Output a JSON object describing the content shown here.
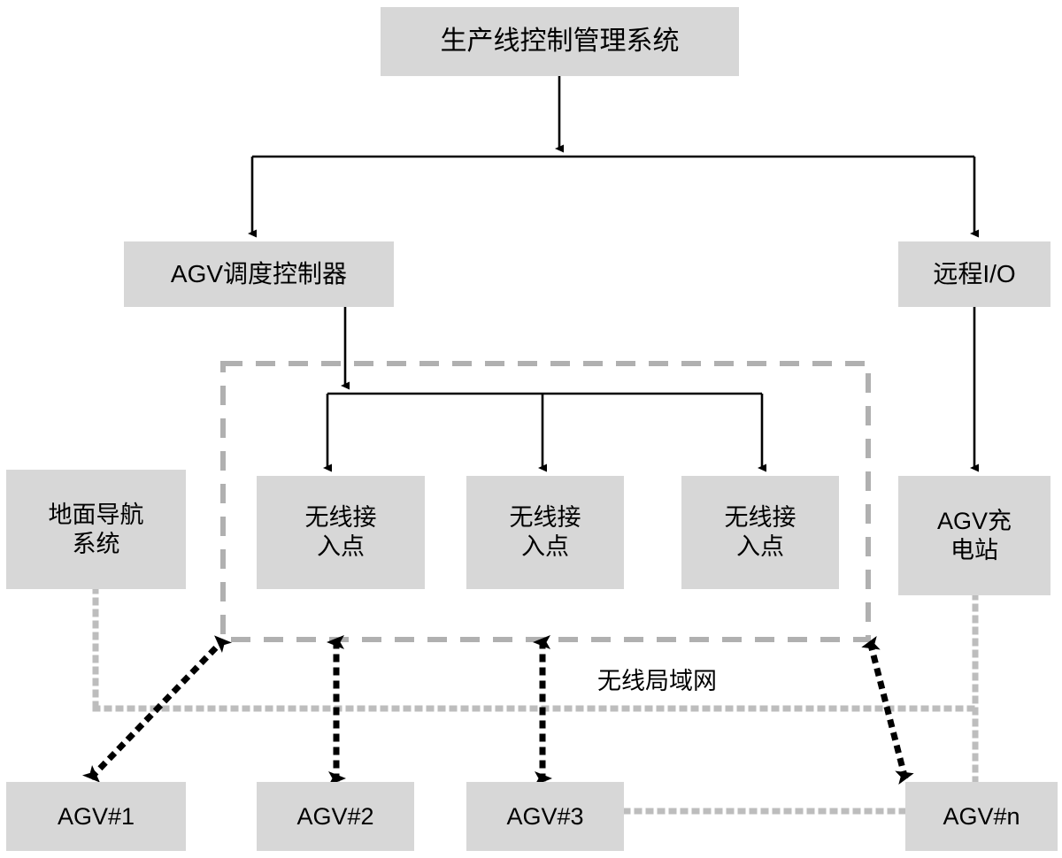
{
  "diagram": {
    "title_box": {
      "label": "生产线控制管理系统"
    },
    "level2": [
      {
        "id": "agv-scheduling-controller",
        "label": "AGV调度控制器"
      },
      {
        "id": "remote-io",
        "label": "远程I/O"
      }
    ],
    "level3": [
      {
        "id": "ground-navigation-system",
        "label": "地面导航\n系统"
      },
      {
        "id": "wireless-access-point-1",
        "label": "无线接\n入点"
      },
      {
        "id": "wireless-access-point-2",
        "label": "无线接\n入点"
      },
      {
        "id": "wireless-access-point-3",
        "label": "无线接\n入点"
      },
      {
        "id": "agv-charging-station",
        "label": "AGV充\n电站"
      }
    ],
    "agvs": [
      {
        "id": "agv-1",
        "label": "AGV#1"
      },
      {
        "id": "agv-2",
        "label": "AGV#2"
      },
      {
        "id": "agv-3",
        "label": "AGV#3"
      },
      {
        "id": "agv-n",
        "label": "AGV#n"
      }
    ],
    "wlan_boundary_label": "无线局域网",
    "colors": {
      "node_fill": "#d7d7d7",
      "node_text": "#000000",
      "solid_connector": "#000000",
      "dashed_boundary": "#b0b0b0",
      "gray_dotted_link": "#bdbdbd",
      "black_dotted_link": "#000000",
      "background": "#ffffff"
    }
  }
}
